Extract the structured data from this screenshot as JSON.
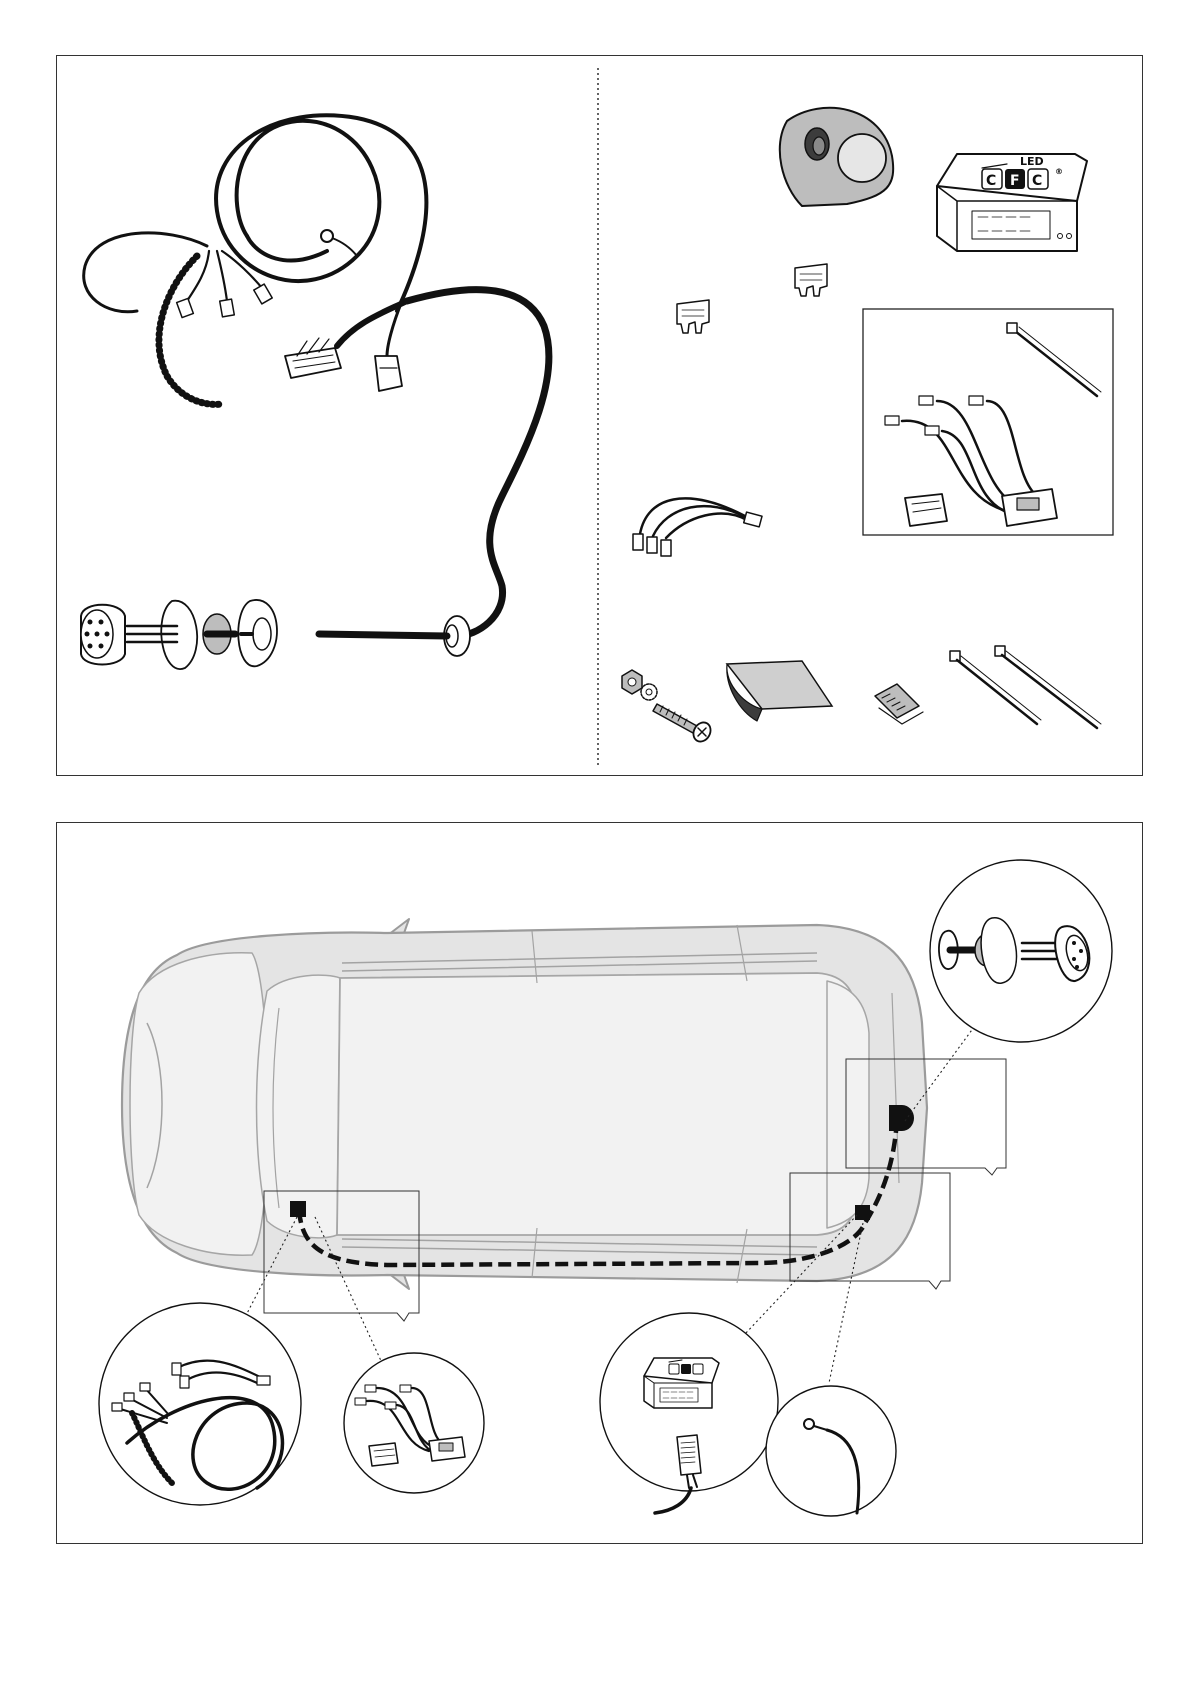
{
  "module": {
    "brand_small": "LED",
    "brand_letters": [
      "C",
      "F",
      "C"
    ],
    "trademark": "®"
  },
  "colors": {
    "ink": "#111111",
    "car_body": "#e4e4e4",
    "car_outline": "#9b9b9b",
    "frame": "#333333"
  },
  "icons": [
    "wiring-harness-icon",
    "socket-icon",
    "fuse-icon",
    "module-icon",
    "adapter-cable-icon",
    "connector-kit-icon",
    "screw-icon",
    "nut-icon",
    "washer-icon",
    "sticker-icon",
    "cable-tie-icon",
    "clip-icon",
    "car-topview-icon",
    "ground-eyelet-icon"
  ]
}
